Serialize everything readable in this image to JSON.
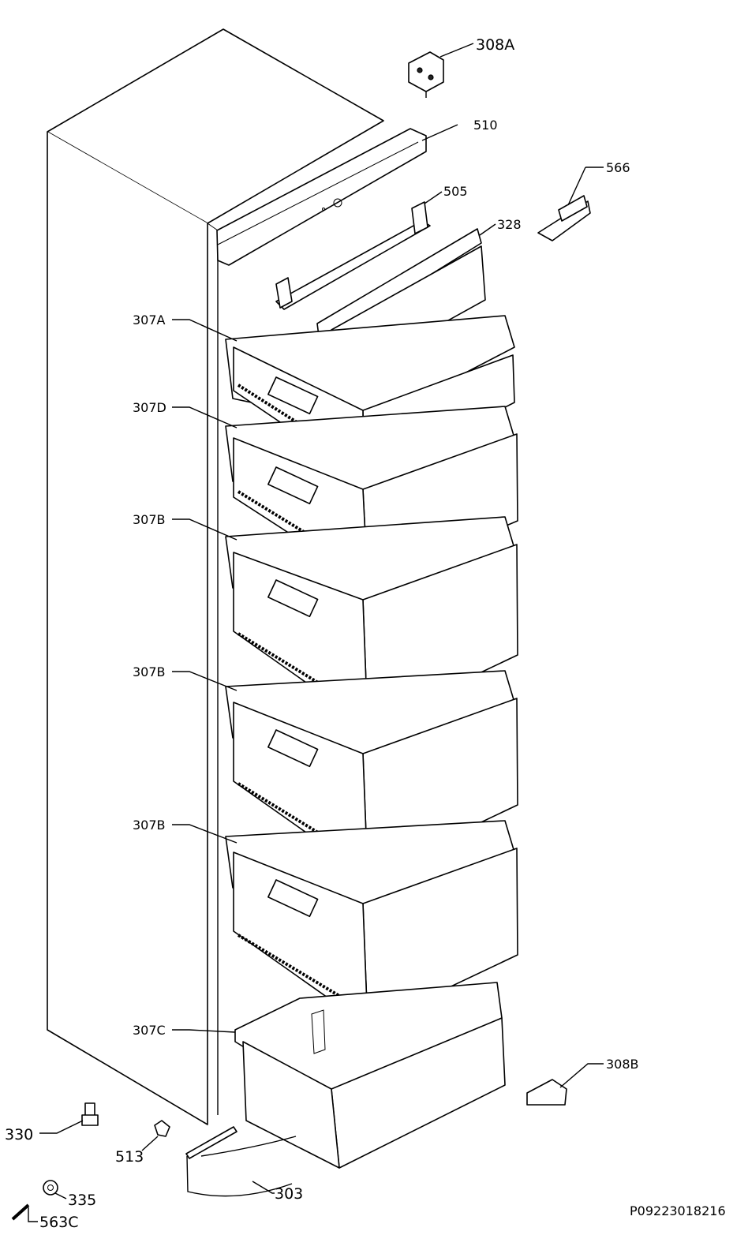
{
  "labels": {
    "p308a": "308A",
    "p510": "510",
    "p566": "566",
    "p505": "505",
    "p328": "328",
    "p307a": "307A",
    "p307d": "307D",
    "p307b_1": "307B",
    "p307b_2": "307B",
    "p307b_3": "307B",
    "p307c": "307C",
    "p308b": "308B",
    "p330": "330",
    "p513": "513",
    "p303": "303",
    "p335": "335",
    "p563c": "563C"
  },
  "reference_code": "P09223018216"
}
